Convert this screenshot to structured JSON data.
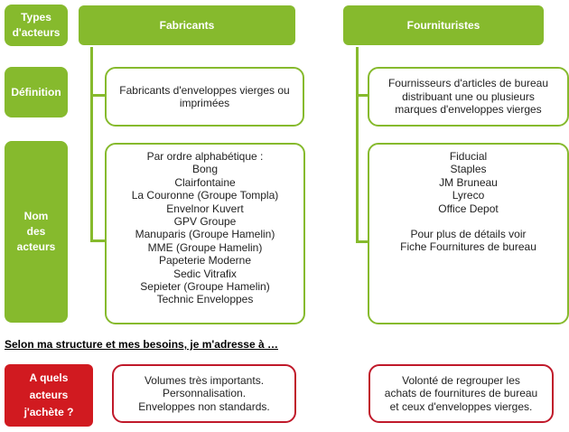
{
  "row_labels": {
    "types": [
      "Types",
      "d'acteurs"
    ],
    "definition": "Définition",
    "names": [
      "Nom",
      "des",
      "acteurs"
    ],
    "buy": [
      "A quels",
      "acteurs",
      "j'achète ?"
    ]
  },
  "fabricants": {
    "title": "Fabricants",
    "definition": [
      "Fabricants d'enveloppes vierges ou",
      "imprimées"
    ],
    "list": [
      "Par ordre alphabétique :",
      "Bong",
      "Clairfontaine",
      "La Couronne (Groupe Tompla)",
      "Envelnor Kuvert",
      "GPV Groupe",
      "Manuparis (Groupe Hamelin)",
      "MME (Groupe Hamelin)",
      "Papeterie Moderne",
      "Sedic Vitrafix",
      "Sepieter (Groupe Hamelin)",
      "Technic Enveloppes"
    ],
    "reasons": [
      "Volumes très importants.",
      "Personnalisation.",
      "Enveloppes non standards."
    ]
  },
  "fournituristes": {
    "title": "Fournituristes",
    "definition": [
      "Fournisseurs d'articles de bureau",
      "distribuant une ou plusieurs",
      "marques d'enveloppes vierges"
    ],
    "list": [
      "Fiducial",
      "Staples",
      "JM Bruneau",
      "Lyreco",
      "Office Depot"
    ],
    "details": [
      "Pour plus de détails voir",
      "Fiche Fournitures de bureau"
    ],
    "reasons": [
      "Volonté de regrouper les",
      "achats de fournitures de bureau",
      "et ceux d'enveloppes vierges."
    ]
  },
  "section_heading": "Selon ma structure et mes besoins, je m'adresse à …",
  "colors": {
    "green": "#86ba2d",
    "red": "#d11a20",
    "red_border": "#c0192a"
  }
}
